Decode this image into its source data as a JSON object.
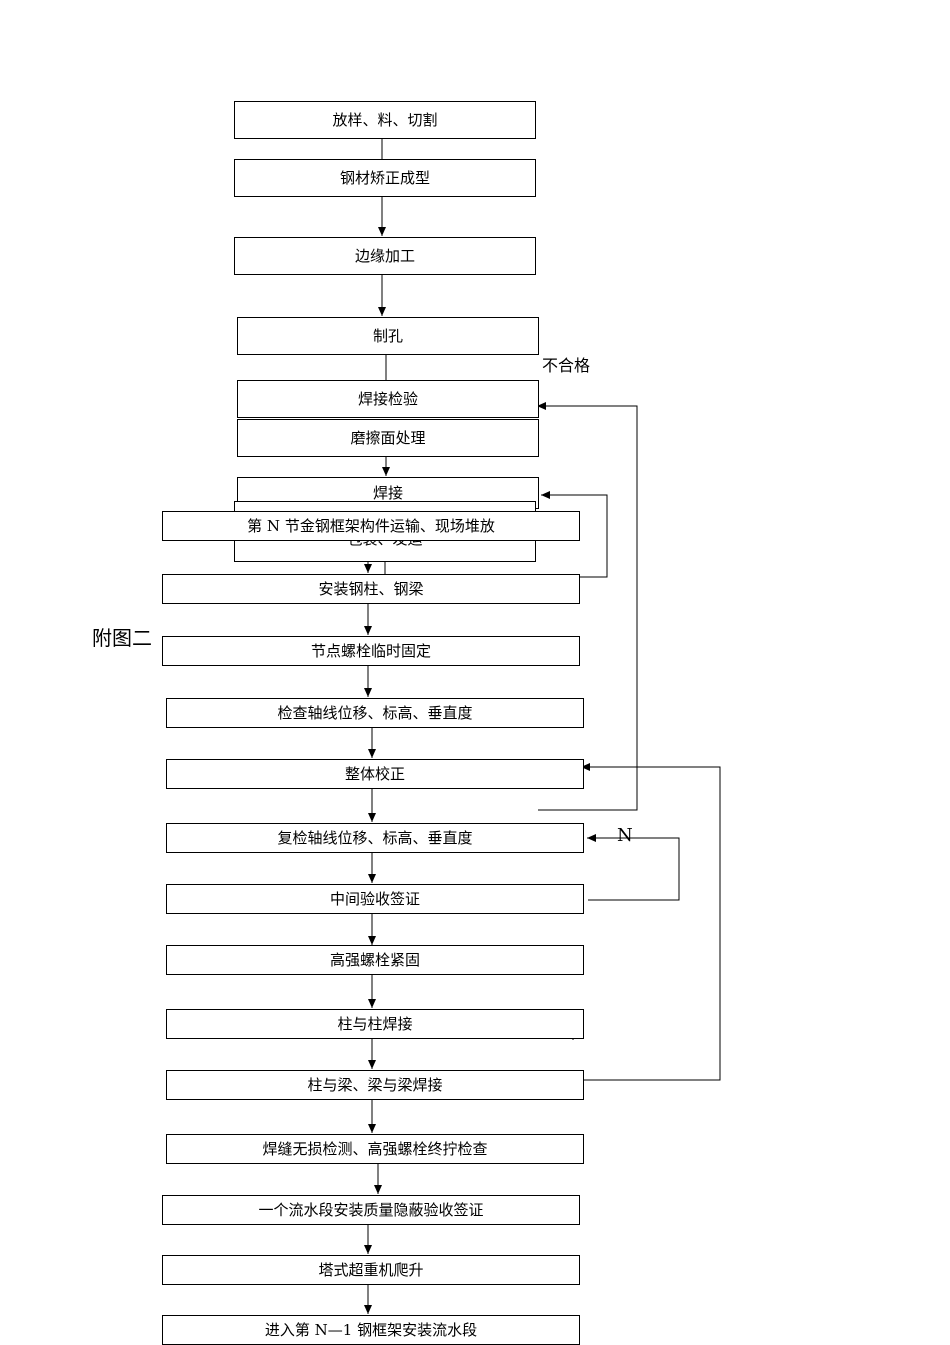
{
  "side_label": "附图二",
  "steps": {
    "s1": "放样、料、切割",
    "s2": "钢材矫正成型",
    "s3": "边缘加工",
    "s4": "制孔",
    "s5": "焊接检验",
    "s6": "磨擦面处理",
    "s7": "焊接",
    "s8": "包装、发运",
    "s9": "第 N  节金钢框架构件运输、现场堆放",
    "s10": "安装钢柱、钢梁",
    "s11": "节点螺栓临时固定",
    "s12": "检查轴线位移、标高、垂直度",
    "s13": "整体校正",
    "s14": "复检轴线位移、标高、垂直度",
    "s15": "中间验收签证",
    "s16": "高强螺栓紧固",
    "s17": "柱与柱焊接",
    "s18": "柱与梁、梁与梁焊接",
    "s19": "焊缝无损检测、高强螺栓终拧检查",
    "s20": "一个流水段安装质量隐蔽验收签证",
    "s21": "塔式超重机爬升",
    "s22": "进入第 N—1 钢框架安装流水段"
  },
  "labels": {
    "fail": "不合格",
    "no": "N"
  }
}
